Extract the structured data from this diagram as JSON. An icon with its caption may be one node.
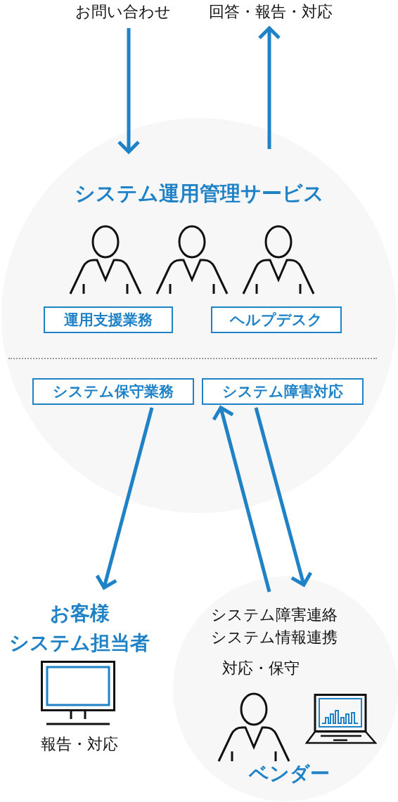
{
  "diagram": {
    "nodes": [
      {
        "text": [
          "お問い合わせ"
        ]
      },
      {
        "text": [
          "回答・報告・対応"
        ]
      },
      {
        "text": [
          "システム運用管理サービス"
        ]
      },
      {
        "text": [
          "運用支援業務"
        ],
        "in": 2
      },
      {
        "text": [
          "ヘルプデスク"
        ],
        "in": 2
      },
      {
        "text": [
          "システム保守業務"
        ],
        "in": 2
      },
      {
        "text": [
          "システム障害対応"
        ],
        "in": 2
      },
      {
        "text": [
          "お客様",
          "システム担当者"
        ],
        "beside": [
          "報告・対応"
        ]
      },
      {
        "text": [
          "システム障害連絡",
          "システム情報連携",
          "対応・保守",
          "ベンダー"
        ]
      }
    ],
    "edges": [
      {
        "from": 0,
        "to": 2,
        "arrow": "to"
      },
      {
        "from": 2,
        "to": 1,
        "arrow": "to"
      },
      {
        "from": 5,
        "to": 7,
        "arrow": "to"
      },
      {
        "from": 8,
        "to": 6,
        "arrow": "to"
      },
      {
        "from": 6,
        "to": 8,
        "arrow": "to"
      }
    ]
  }
}
